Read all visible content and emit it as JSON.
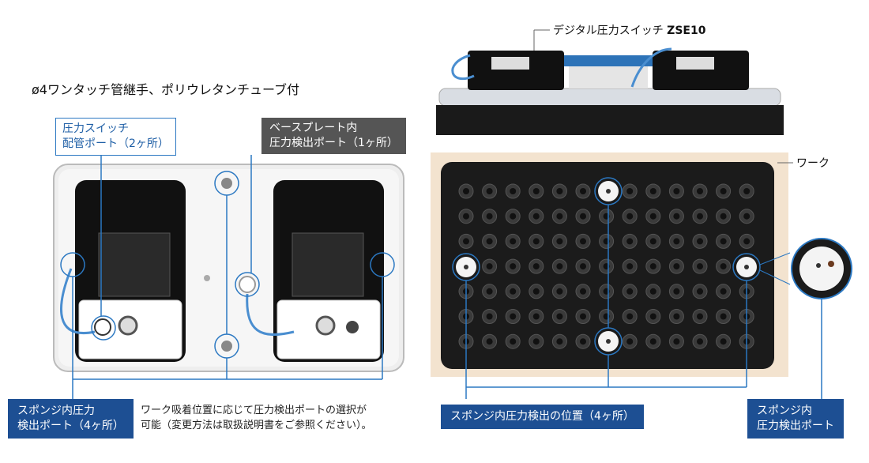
{
  "header_left": "ø4ワンタッチ管継手、ポリウレタンチューブ付",
  "label_pressure_switch_port": [
    "圧力スイッチ",
    "配管ポート（2ヶ所）"
  ],
  "label_baseplate_port": [
    "ベースプレート内",
    "圧力検出ポート（1ヶ所）"
  ],
  "label_sponge_port_4": [
    "スポンジ内圧力",
    "検出ポート（4ヶ所）"
  ],
  "note_selection": [
    "ワーク吸着位置に応じて圧力検出ポートの選択が",
    "可能（変更方法は取扱説明書をご参照ください）。"
  ],
  "label_digital_switch_prefix": "デジタル圧力スイッチ ",
  "label_digital_switch_model": "ZSE10",
  "label_work": "ワーク",
  "label_sponge_positions": "スポンジ内圧力検出の位置（4ヶ所）",
  "label_sponge_port_single": [
    "スポンジ内",
    "圧力検出ポート"
  ],
  "colors": {
    "accent_blue": "#2b78c2",
    "label_fill": "#1d4f93",
    "dark_label": "#555555",
    "work_beige": "#f3e3cf"
  }
}
